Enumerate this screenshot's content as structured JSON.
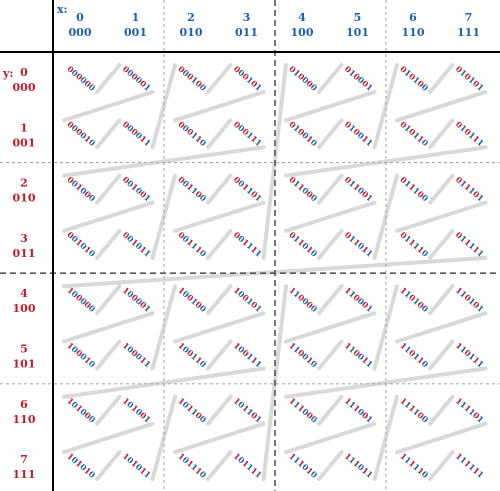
{
  "axes": {
    "x_label": "x:",
    "y_label": "y:",
    "columns": [
      {
        "dec": "0",
        "bin": "000"
      },
      {
        "dec": "1",
        "bin": "001"
      },
      {
        "dec": "2",
        "bin": "010"
      },
      {
        "dec": "3",
        "bin": "011"
      },
      {
        "dec": "4",
        "bin": "100"
      },
      {
        "dec": "5",
        "bin": "101"
      },
      {
        "dec": "6",
        "bin": "110"
      },
      {
        "dec": "7",
        "bin": "111"
      }
    ],
    "rows": [
      {
        "dec": "0",
        "bin": "000"
      },
      {
        "dec": "1",
        "bin": "001"
      },
      {
        "dec": "2",
        "bin": "010"
      },
      {
        "dec": "3",
        "bin": "011"
      },
      {
        "dec": "4",
        "bin": "100"
      },
      {
        "dec": "5",
        "bin": "101"
      },
      {
        "dec": "6",
        "bin": "110"
      },
      {
        "dec": "7",
        "bin": "111"
      }
    ]
  },
  "cells": [
    [
      "000000",
      "000001",
      "000100",
      "000101",
      "010000",
      "010001",
      "010100",
      "010101"
    ],
    [
      "000010",
      "000011",
      "000110",
      "000111",
      "010010",
      "010011",
      "010110",
      "010111"
    ],
    [
      "001000",
      "001001",
      "001100",
      "001101",
      "011000",
      "011001",
      "011100",
      "011101"
    ],
    [
      "001010",
      "001011",
      "001110",
      "001111",
      "011010",
      "011011",
      "011110",
      "011111"
    ],
    [
      "100000",
      "100001",
      "100100",
      "100101",
      "110000",
      "110001",
      "110100",
      "110101"
    ],
    [
      "100010",
      "100011",
      "100110",
      "100111",
      "110010",
      "110011",
      "110110",
      "110111"
    ],
    [
      "101000",
      "101001",
      "101100",
      "101101",
      "111000",
      "111001",
      "111100",
      "111101"
    ],
    [
      "101010",
      "101011",
      "101110",
      "101111",
      "111010",
      "111011",
      "111110",
      "111111"
    ]
  ],
  "colors": {
    "x_bits": "#1a5fb4",
    "y_bits": "#c01c28",
    "path": "#d9d9d9",
    "major_divider": "#555555",
    "minor_divider": "#aaaaaa",
    "frame": "#000000"
  }
}
